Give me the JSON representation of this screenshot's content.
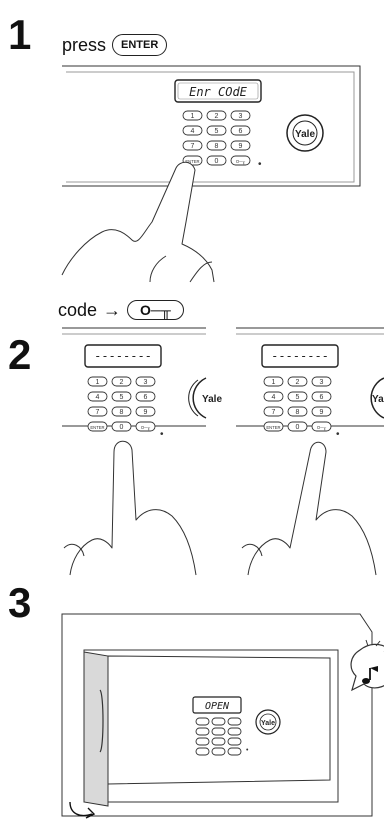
{
  "steps": [
    {
      "number": "1",
      "label": "press",
      "key": "ENTER",
      "display": "Enr COdE"
    },
    {
      "number": "2",
      "label": "code",
      "arrow": "→",
      "key": "O─╥",
      "display": "--------"
    },
    {
      "number": "3",
      "display": "OPEN"
    }
  ],
  "keypad": {
    "keys": [
      "1",
      "2",
      "3",
      "4",
      "5",
      "6",
      "7",
      "8",
      "9",
      "ENTER",
      "0",
      "O─╥"
    ],
    "brand": "Yale"
  },
  "icons": [
    "hand-pointer-icon",
    "bulb-icon",
    "key-icon",
    "music-note-icon",
    "door-open-arrow-icon"
  ]
}
